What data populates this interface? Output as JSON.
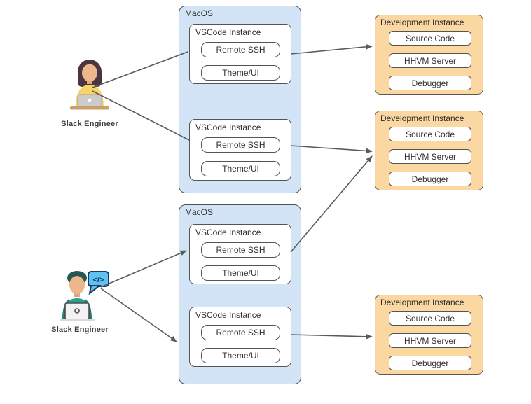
{
  "actors": [
    {
      "label": "Slack Engineer",
      "icon": "female-engineer-laptop-icon"
    },
    {
      "label": "Slack Engineer",
      "icon": "male-engineer-laptop-icon",
      "bubble_text": "</>"
    }
  ],
  "macos": [
    {
      "title": "MacOS",
      "instances": [
        {
          "title": "VSCode Instance",
          "items": [
            "Remote SSH",
            "Theme/UI"
          ]
        },
        {
          "title": "VSCode Instance",
          "items": [
            "Remote SSH",
            "Theme/UI"
          ]
        }
      ]
    },
    {
      "title": "MacOS",
      "instances": [
        {
          "title": "VSCode Instance",
          "items": [
            "Remote SSH",
            "Theme/UI"
          ]
        },
        {
          "title": "VSCode Instance",
          "items": [
            "Remote SSH",
            "Theme/UI"
          ]
        }
      ]
    }
  ],
  "dev_instances": [
    {
      "title": "Development Instance",
      "items": [
        "Source Code",
        "HHVM Server",
        "Debugger"
      ]
    },
    {
      "title": "Development Instance",
      "items": [
        "Source Code",
        "HHVM Server",
        "Debugger"
      ]
    },
    {
      "title": "Development Instance",
      "items": [
        "Source Code",
        "HHVM Server",
        "Debugger"
      ]
    }
  ],
  "colors": {
    "macos_fill": "#d4e4f7",
    "macos_stroke": "#4f4f4f",
    "dev_fill": "#fbd7a1",
    "dev_stroke": "#61584a",
    "node_fill": "#ffffff",
    "node_stroke": "#545454",
    "arrow": "#5a5a5a",
    "bubble_fill": "#5fc2f2",
    "bubble_stroke": "#1d3b5f"
  }
}
